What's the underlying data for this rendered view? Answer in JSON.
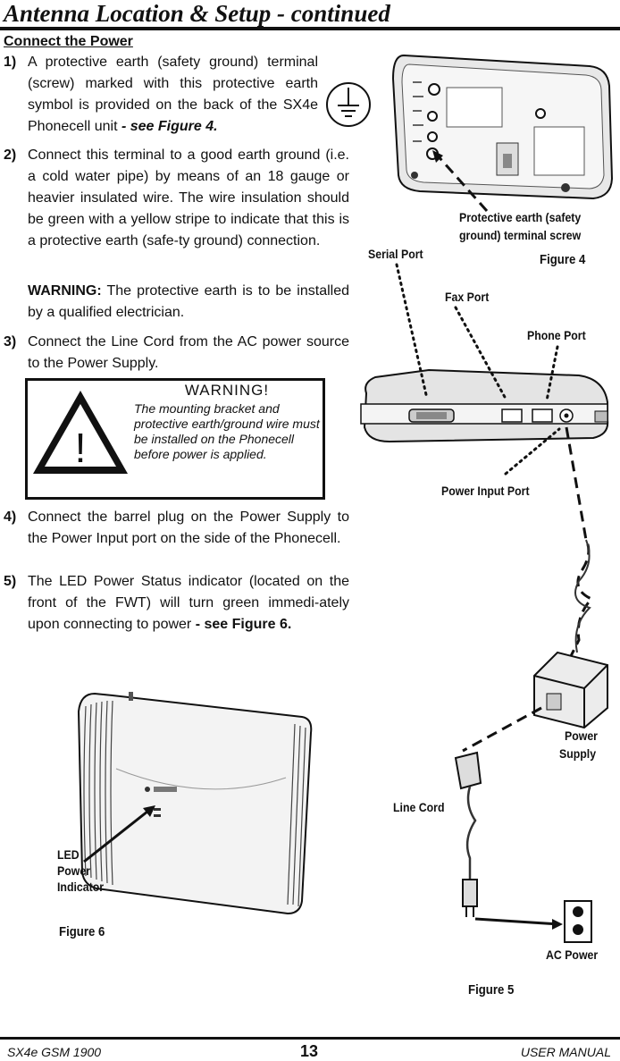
{
  "header": {
    "title": "Antenna Location & Setup - continued"
  },
  "section_title": "Connect the Power",
  "steps": [
    {
      "num": "1)",
      "text": "A protective earth (safety ground) terminal (screw) marked with this protective earth symbol is provided on the back of the SX4e Phonecell unit",
      "ref": " - see Figure 4."
    },
    {
      "num": "2)",
      "text": "Connect this terminal to a good earth ground (i.e. a cold water pipe) by means of an 18 gauge or heavier insulated wire. The wire insulation should be green with a yellow stripe to indicate that this is a protective earth (safe-ty ground) connection."
    },
    {
      "warning_label": "WARNING:",
      "warning_text": " The protective earth is to be installed by a qualified electrician."
    },
    {
      "num": "3)",
      "text": "Connect the Line Cord from the AC power source to the Power Supply."
    },
    {
      "num": "4)",
      "text": "Connect the barrel plug on the Power Supply to the Power Input port on the side of the Phonecell."
    },
    {
      "num": "5)",
      "text": "The LED Power Status indicator (located on the front of the FWT) will turn green immedi-ately upon connecting to power",
      "ref": " - see Figure 6."
    }
  ],
  "warning_box": {
    "heading": "WARNING!",
    "symbol": "!",
    "text": "The mounting bracket and protective earth/ground wire must be installed on the Phonecell before power is applied."
  },
  "figures": {
    "fig4": {
      "caption": "Figure 4",
      "callout_line1": "Protective earth (safety",
      "callout_line2": "ground) terminal screw"
    },
    "fig5": {
      "caption": "Figure 5",
      "serial": "Serial Port",
      "fax": "Fax Port",
      "phone": "Phone Port",
      "power_input": "Power Input Port",
      "power_supply_1": "Power",
      "power_supply_2": "Supply",
      "line_cord": "Line Cord",
      "ac_power": "AC Power"
    },
    "fig6": {
      "caption": "Figure 6",
      "led_1": "LED",
      "led_2": "Power",
      "led_3": "Indicator"
    }
  },
  "footer": {
    "model": "SX4e GSM 1900",
    "page": "13",
    "manual": "USER MANUAL"
  }
}
